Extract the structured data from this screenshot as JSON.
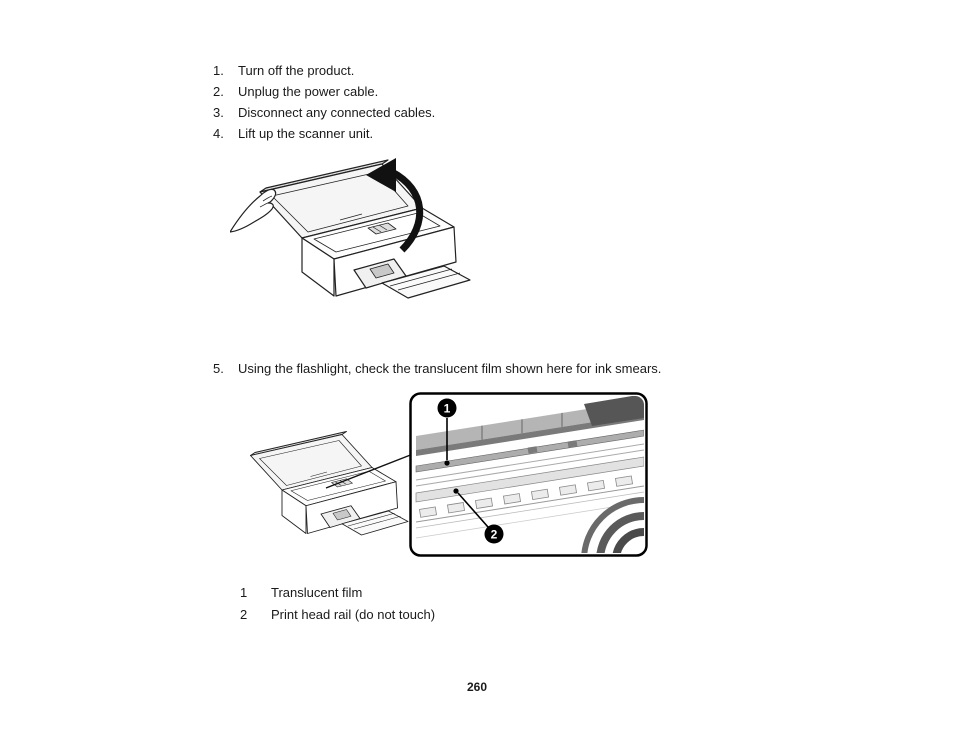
{
  "page": {
    "number": "260"
  },
  "steps": [
    {
      "num": "1.",
      "text": "Turn off the product."
    },
    {
      "num": "2.",
      "text": "Unplug the power cable."
    },
    {
      "num": "3.",
      "text": "Disconnect any connected cables."
    },
    {
      "num": "4.",
      "text": "Lift up the scanner unit."
    },
    {
      "num": "5.",
      "text": "Using the flashlight, check the translucent film shown here for ink smears."
    }
  ],
  "figures": {
    "figure1_name": "printer-with-scanner-unit-lifted",
    "figure2_name": "printer-interior-callout",
    "marker1": "1",
    "marker2": "2"
  },
  "legend": [
    {
      "num": "1",
      "text": "Translucent film"
    },
    {
      "num": "2",
      "text": "Print head rail (do not touch)"
    }
  ]
}
